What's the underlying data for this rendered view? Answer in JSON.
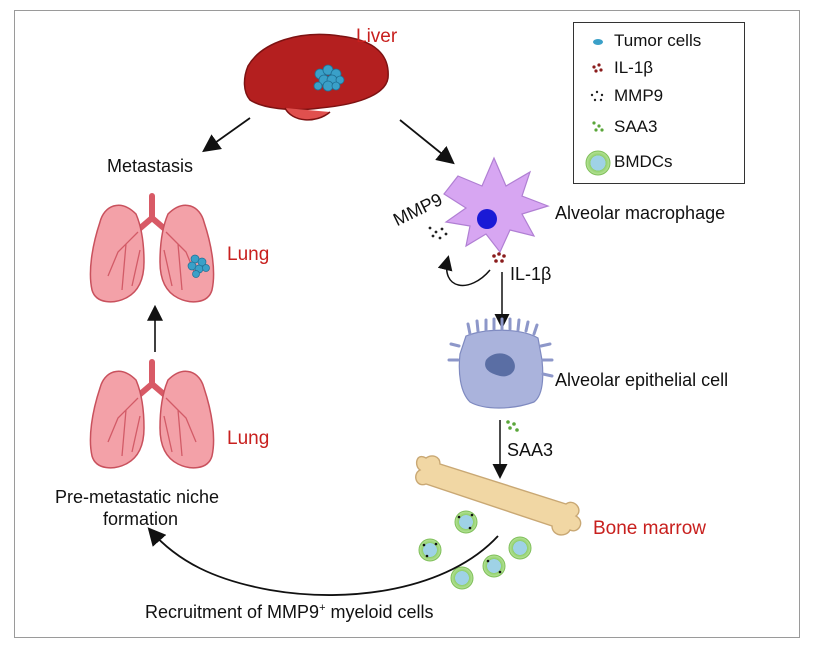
{
  "labels": {
    "liver": "Liver",
    "metastasis": "Metastasis",
    "lung_top": "Lung",
    "lung_bottom": "Lung",
    "pre_metastatic_line1": "Pre-metastatic niche",
    "pre_metastatic_line2": "formation",
    "mmp9": "MMP9",
    "alveolar_macrophage": "Alveolar macrophage",
    "il1b": "IL-1β",
    "alveolar_epithelial": "Alveolar epithelial cell",
    "saa3": "SAA3",
    "bone_marrow": "Bone marrow",
    "recruitment_main": "Recruitment of MMP9",
    "recruitment_sup": "+",
    "recruitment_tail": " myeloid cells"
  },
  "legend": {
    "items": [
      {
        "label": "Tumor cells",
        "icon": "tumor-cell-icon"
      },
      {
        "label": "IL-1β",
        "icon": "il1b-dots-icon"
      },
      {
        "label": "MMP9",
        "icon": "mmp9-dots-icon"
      },
      {
        "label": "SAA3",
        "icon": "saa3-dots-icon"
      },
      {
        "label": "BMDCs",
        "icon": "bmdc-cell-icon"
      }
    ]
  },
  "colors": {
    "label_red": "#c8201e",
    "liver": "#b41f1f",
    "lung": "#e8737d",
    "macrophage": "#d7a6f2",
    "nucleus": "#1a1ad6",
    "epithelial": "#aab3dc",
    "bone": "#f1d7a4",
    "bmdc": "#a9d98d",
    "tumor": "#3aa0c8"
  }
}
